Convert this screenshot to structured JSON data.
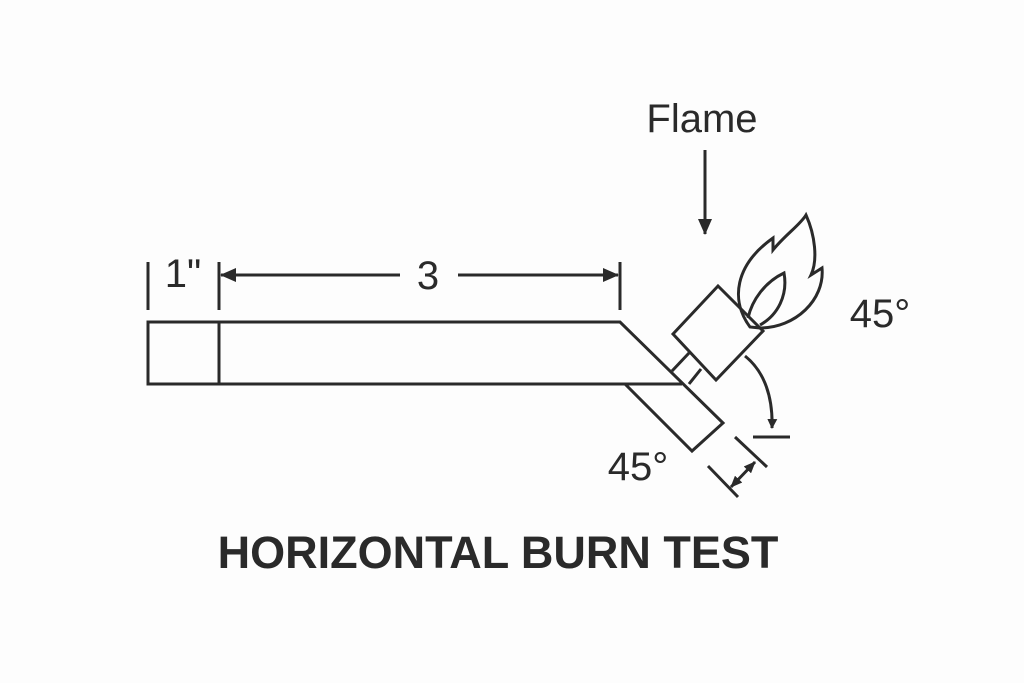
{
  "labels": {
    "flame": "Flame",
    "width_dim": "1\"",
    "length_dim": "3",
    "angle_flame": "45°",
    "angle_specimen": "45°",
    "title": "HORIZONTAL BURN TEST"
  },
  "colors": {
    "ink": "#2a2a2a",
    "background": "#fdfdfd"
  }
}
